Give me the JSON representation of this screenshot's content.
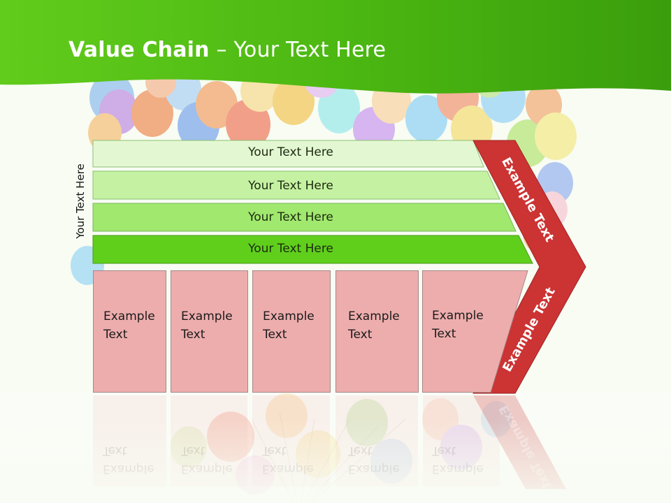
{
  "title": {
    "bold": "Value Chain",
    "rest": " – Your Text Here"
  },
  "vertical_label": "Your Text Here",
  "bands": [
    {
      "label": "Your Text Here",
      "color": "#e3f8d2"
    },
    {
      "label": "Your Text Here",
      "color": "#c5f2a2"
    },
    {
      "label": "Your Text Here",
      "color": "#a0e86e"
    },
    {
      "label": "Your Text Here",
      "color": "#5fcf1c"
    }
  ],
  "boxes": [
    {
      "line1": "Example",
      "line2": "Text"
    },
    {
      "line1": "Example",
      "line2": "Text"
    },
    {
      "line1": "Example",
      "line2": "Text"
    },
    {
      "line1": "Example",
      "line2": "Text"
    },
    {
      "line1": "Example",
      "line2": "Text"
    }
  ],
  "chevron": {
    "upper": "Example Text",
    "lower": "Example Text",
    "color": "#cc3333"
  },
  "colors": {
    "header_green": "#4cb812",
    "accent_green": "#5fcf1c",
    "box_pink": "#eeadad"
  }
}
